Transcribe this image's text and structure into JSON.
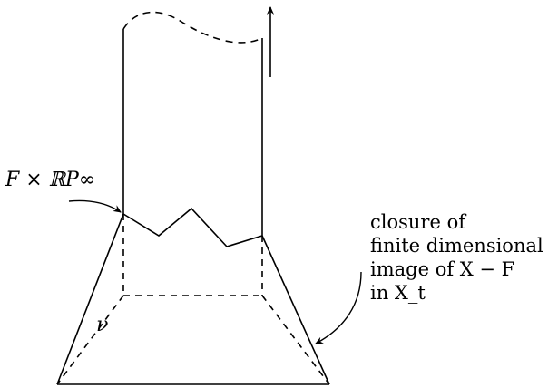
{
  "labels": {
    "product_space": "F × ℝP∞",
    "nu": "ν"
  },
  "annotation": {
    "lines": [
      "closure of",
      "finite dimensional",
      "image of X − F",
      "in X_t"
    ]
  }
}
